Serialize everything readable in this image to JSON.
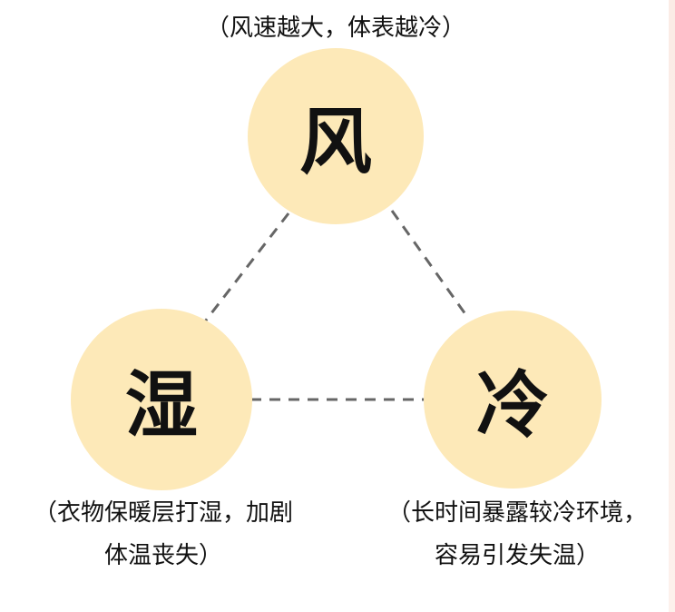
{
  "nodes": {
    "wind": {
      "label": "风",
      "caption": "（风速越大，体表越冷）"
    },
    "wet": {
      "label": "湿",
      "caption_lines": [
        "（衣物保暖层打湿，加剧",
        "体温丧失）"
      ]
    },
    "cold": {
      "label": "冷",
      "caption_lines": [
        "（长时间暴露较冷环境，",
        "容易引发失温）"
      ]
    }
  },
  "colors": {
    "circle": "#fde9b8",
    "connector": "#666666"
  }
}
